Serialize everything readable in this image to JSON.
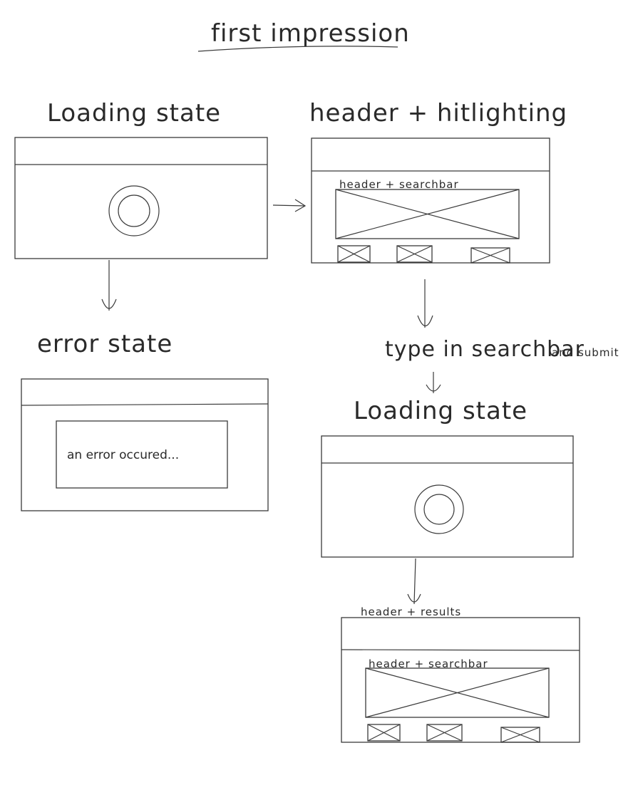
{
  "title": "first impression",
  "states": {
    "loading_1": {
      "label": "Loading state"
    },
    "header_highlighting": {
      "label": "header + hitlighting",
      "inner_label": "header + searchbar"
    },
    "error": {
      "label": "error state",
      "message": "an error occured..."
    },
    "search_step": {
      "label": "type in searchbar",
      "suffix": "and submit"
    },
    "loading_2": {
      "label": "Loading state"
    },
    "results": {
      "label": "header + results",
      "inner_label": "header + searchbar"
    }
  }
}
